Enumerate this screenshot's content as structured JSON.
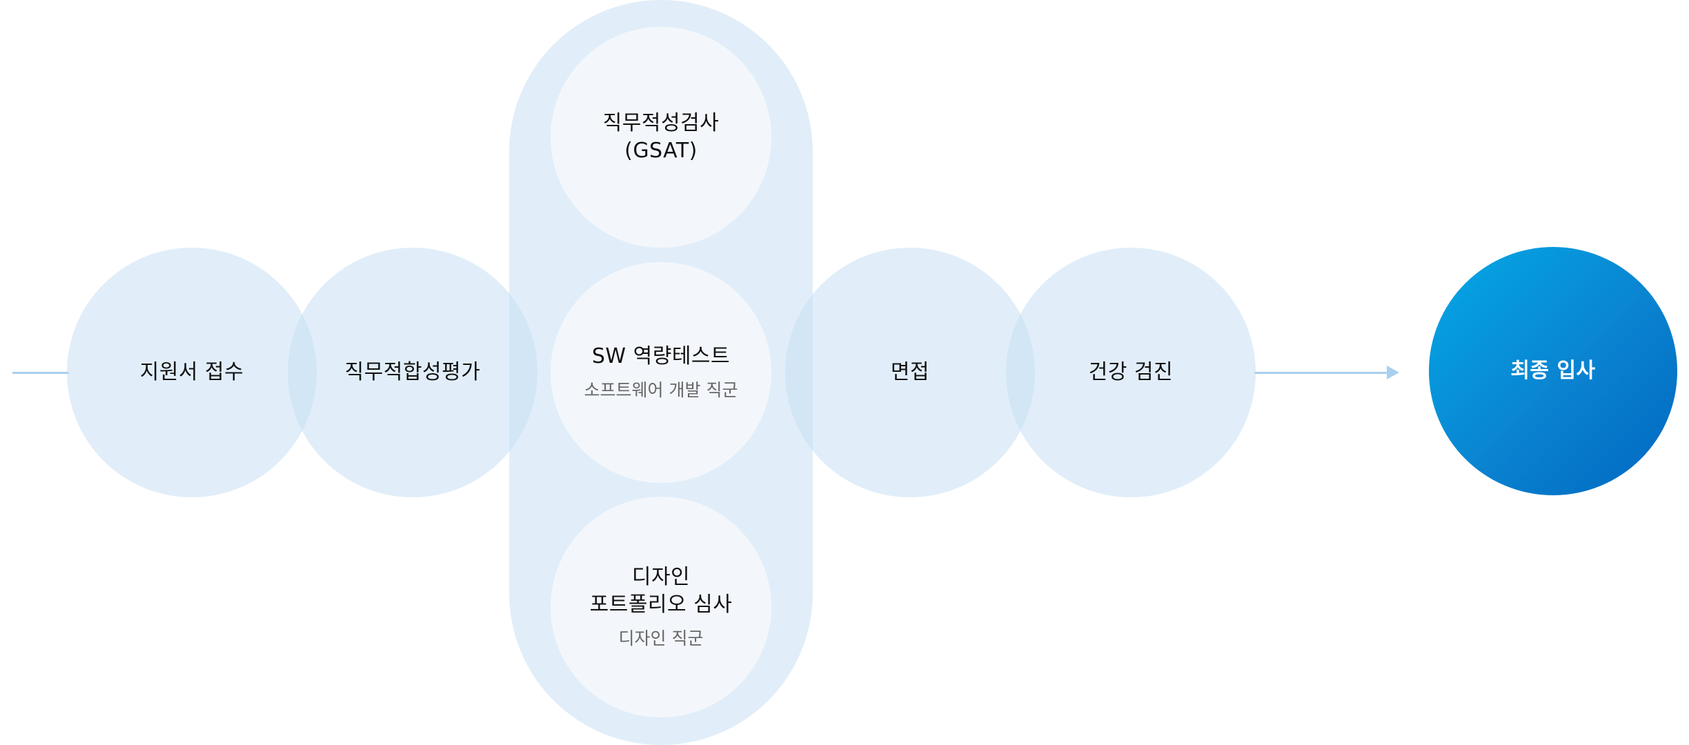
{
  "steps": {
    "application": "지원서 접수",
    "job_fit": "직무적합성평가",
    "interview": "면접",
    "health_check": "건강 검진",
    "final": "최종 입사"
  },
  "tests": {
    "gsat": {
      "title": "직무적성검사",
      "title2": "(GSAT)"
    },
    "sw": {
      "title": "SW 역량테스트",
      "sub": "소프트웨어 개발 직군"
    },
    "design": {
      "title": "디자인",
      "title2": "포트폴리오 심사",
      "sub": "디자인 직군"
    }
  },
  "colors": {
    "step_fill": "#c4def4",
    "test_fill": "#f3f7fc",
    "line": "#a9cfee",
    "final_gradient_start": "#03a9e6",
    "final_gradient_end": "#0067c0"
  }
}
